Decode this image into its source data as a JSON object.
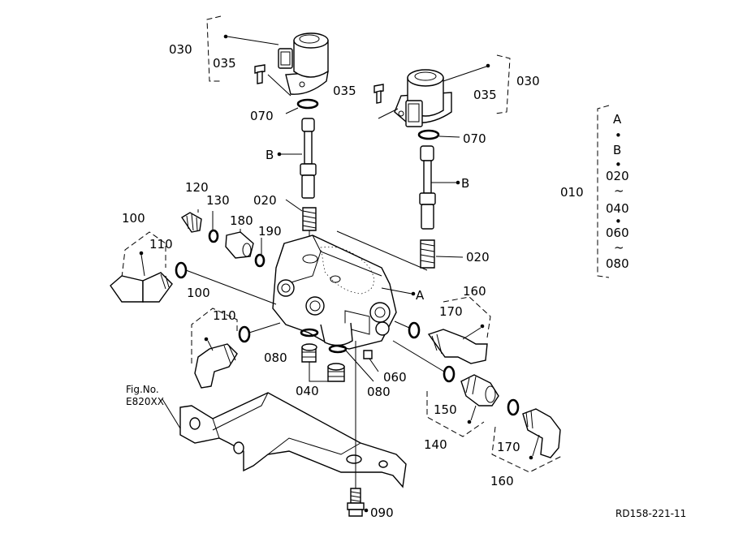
{
  "figure_ref": {
    "line1": "Fig.No.",
    "line2": "E820XX"
  },
  "drawing_code": "RD158-221-11",
  "legend": {
    "group": "010",
    "items": [
      "A",
      "B",
      "020",
      "040",
      "060",
      "080"
    ],
    "dot": "•",
    "tilde": "~"
  },
  "callouts": {
    "p030": "030",
    "p035": "035",
    "p070": "070",
    "pB": "B",
    "p020": "020",
    "pA": "A",
    "p100": "100",
    "p110": "110",
    "p120": "120",
    "p130": "130",
    "p180": "180",
    "p190": "190",
    "p080": "080",
    "p040": "040",
    "p060": "060",
    "p160": "160",
    "p170": "170",
    "p150": "150",
    "p140": "140",
    "p090": "090"
  }
}
